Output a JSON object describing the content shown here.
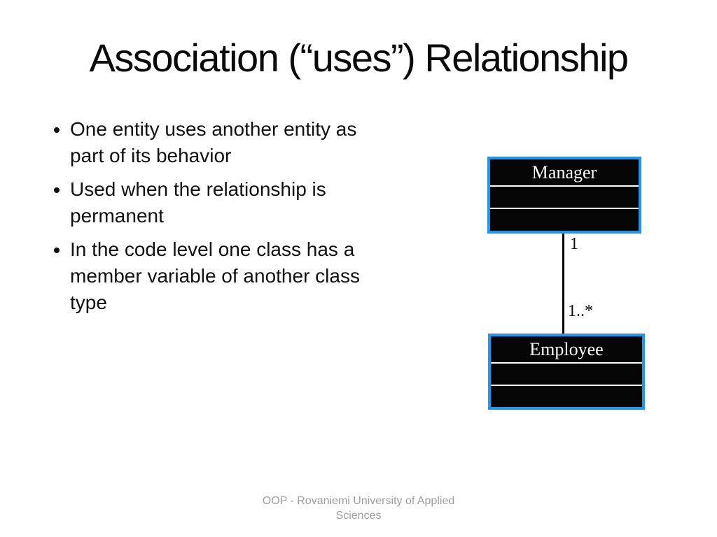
{
  "slide": {
    "title": "Association (“uses”) Relationship",
    "bullets": [
      "One entity uses another entity as part of its behavior",
      "Used when the relationship is permanent",
      "In the code level one class has a member variable of another class type"
    ],
    "footer": "OOP - Rovaniemi University of Applied Sciences"
  },
  "diagram": {
    "type": "uml-class-diagram",
    "classes": [
      {
        "name": "Manager"
      },
      {
        "name": "Employee"
      }
    ],
    "association": {
      "from": "Manager",
      "to": "Employee",
      "from_multiplicity": "1",
      "to_multiplicity": "1..*"
    },
    "colors": {
      "box_border": "#1e96eb",
      "box_fill": "#060606",
      "name_text": "#ffffff",
      "divider": "#ffffff",
      "line": "#000000"
    }
  }
}
